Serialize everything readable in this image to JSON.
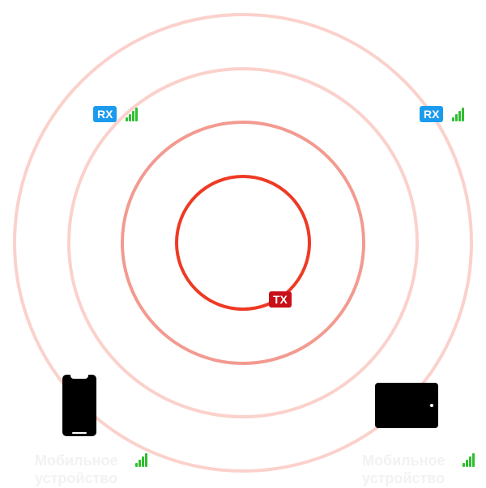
{
  "badges": {
    "rx_left": "RX",
    "rx_right": "RX",
    "tx": "TX"
  },
  "devices": {
    "left_label_line1": "Мобильное",
    "left_label_line2": "устройство",
    "right_label_line1": "Мобильное",
    "right_label_line2": "устройство"
  },
  "colors": {
    "ring_inner": "#ee3a24",
    "ring_second": "#f39a90",
    "ring_third": "#fbd1cb",
    "ring_outer": "#fbd1cb",
    "rx_badge": "#1a9bee",
    "tx_badge": "#c8101a",
    "signal": "#2fbf2f"
  },
  "icons": {
    "left_device": "smartphone-icon",
    "right_device": "tablet-icon",
    "signal": "signal-strength-icon"
  }
}
